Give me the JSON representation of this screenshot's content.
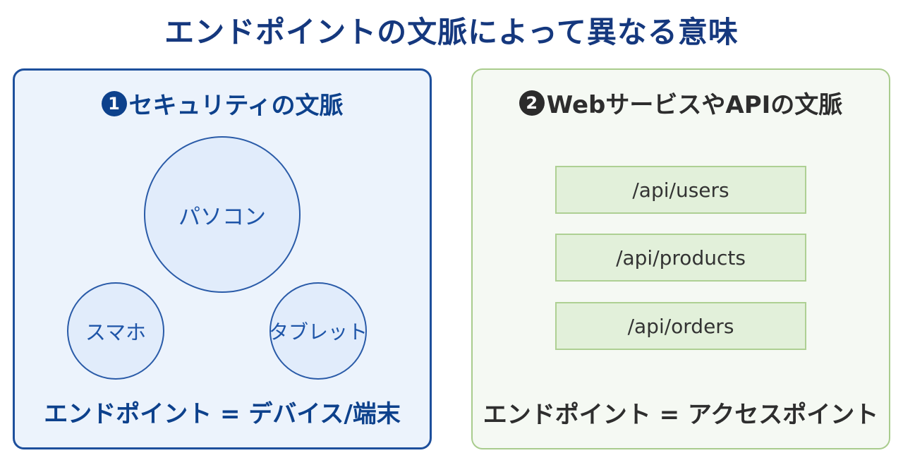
{
  "title": "エンドポイントの文脈によって異なる意味",
  "left_panel": {
    "badge": "1",
    "heading": "セキュリティの文脈",
    "circles": [
      {
        "label": "パソコン"
      },
      {
        "label": "スマホ"
      },
      {
        "label": "タブレット"
      }
    ],
    "summary": "エンドポイント = デバイス/端末"
  },
  "right_panel": {
    "badge": "2",
    "heading": "WebサービスやAPIの文脈",
    "endpoints": [
      "/api/users",
      "/api/products",
      "/api/orders"
    ],
    "summary": "エンドポイント = アクセスポイント"
  },
  "colors": {
    "title_text": "#15387e",
    "left_panel_border": "#1d4f9c",
    "left_panel_bg": "#ecf3fc",
    "circle_bg": "#e1ecfb",
    "circle_border": "#2a5ba8",
    "circle_text": "#1e55a8",
    "left_heading_text": "#0d418c",
    "right_panel_border": "#a9cc8d",
    "right_panel_bg": "#f5f9f3",
    "api_box_bg": "#e2f0da",
    "api_box_border": "#aed093",
    "right_text": "#2e2e2e"
  }
}
